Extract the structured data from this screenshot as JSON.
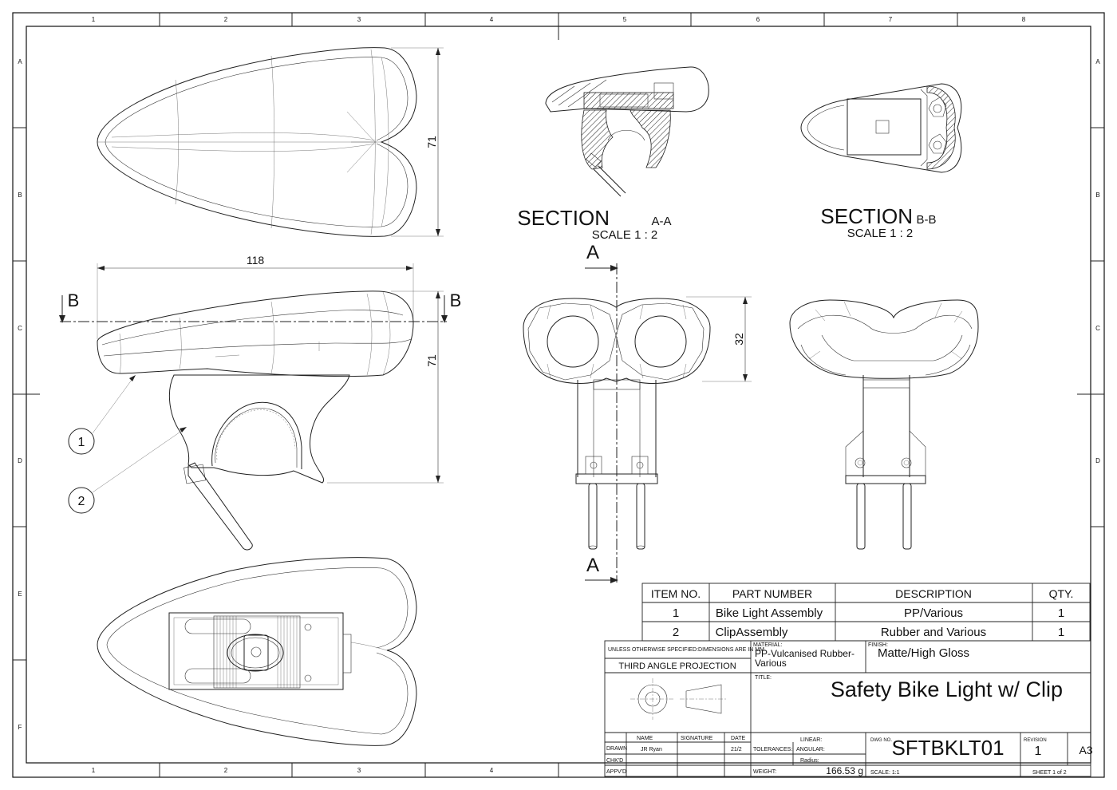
{
  "zones": {
    "columns": [
      "1",
      "2",
      "3",
      "4",
      "5",
      "6",
      "7",
      "8"
    ],
    "bottom_columns": [
      "1",
      "2",
      "3",
      "4"
    ],
    "rows": [
      "A",
      "B",
      "C",
      "D",
      "E",
      "F"
    ]
  },
  "dimensions": {
    "top_height": "71",
    "side_height": "71",
    "side_length": "118",
    "front_height": "32"
  },
  "section_marks": {
    "b_left": "B",
    "b_right": "B",
    "a_top": "A",
    "a_bottom": "A"
  },
  "balloons": [
    "1",
    "2"
  ],
  "section_views": [
    {
      "title": "SECTION",
      "id": "A-A",
      "scale": "SCALE 1 : 2"
    },
    {
      "title": "SECTION",
      "id": "B-B",
      "scale": "SCALE 1 : 2"
    }
  ],
  "bom": {
    "headers": [
      "ITEM NO.",
      "PART NUMBER",
      "DESCRIPTION",
      "QTY."
    ],
    "rows": [
      [
        "1",
        "Bike Light Assembly",
        "PP/Various",
        "1"
      ],
      [
        "2",
        "ClipAssembly",
        "Rubber and Various",
        "1"
      ]
    ]
  },
  "title_block": {
    "units_note": "UNLESS OTHERWISE SPECIFIED:DIMENSIONS ARE IN MM",
    "projection": "THIRD ANGLE PROJECTION",
    "material_label": "MATERIAL:",
    "material_line1": "PP-Vulcanised Rubber-",
    "material_line2": "Various",
    "finish_label": "FINISH:",
    "finish": "Matte/High Gloss",
    "title_label": "TITLE:",
    "title": "Safety Bike Light w/ Clip",
    "name_header": "NAME",
    "signature_header": "SIGNATURE",
    "date_header": "DATE",
    "drawn_label": "DRAWN",
    "drawn_name": "JR Ryan",
    "drawn_date": "21/2",
    "chkd_label": "CHK'D",
    "appvd_label": "APPV'D",
    "tolerances_label": "TOLERANCES:",
    "linear_label": "LINEAR:",
    "angular_label": "ANGULAR:",
    "radius_label": "Radius:",
    "weight_label": "WEIGHT:",
    "weight": "166.53 g",
    "dwg_no_label": "DWG NO.",
    "dwg_no": "SFTBKLT01",
    "revision_label": "REVISION",
    "revision": "1",
    "sheet_size": "A3",
    "scale_label": "SCALE: 1:1",
    "sheet": "SHEET 1 of 2"
  }
}
